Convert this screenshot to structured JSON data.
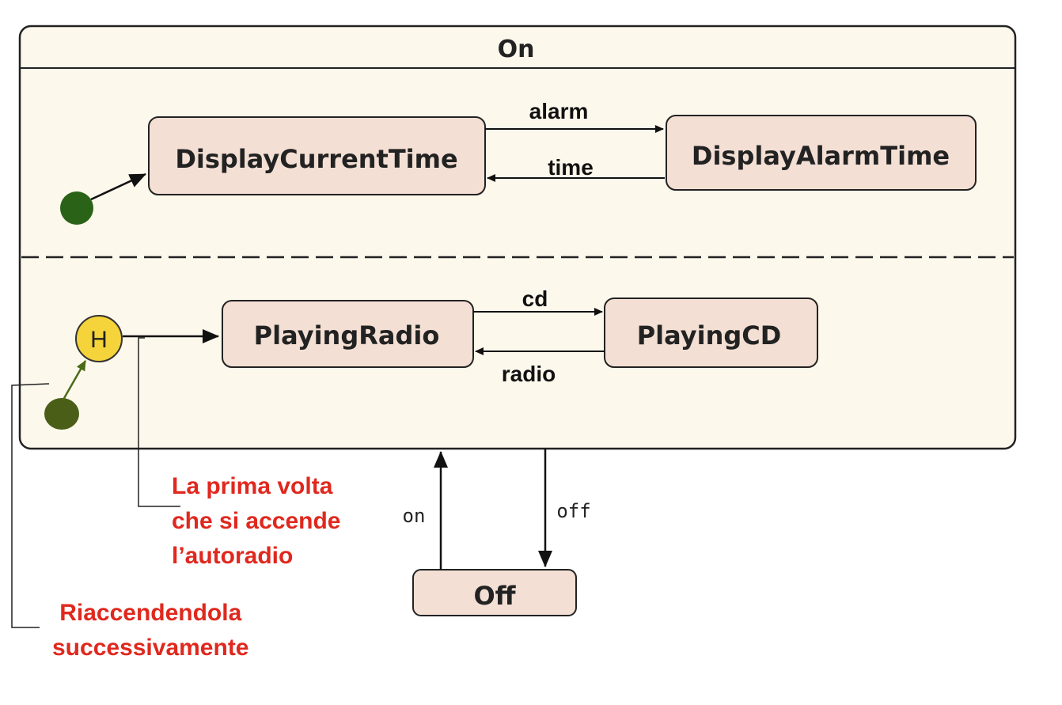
{
  "composite_state": {
    "name": "On"
  },
  "region_top": {
    "states": {
      "current_time": "DisplayCurrentTime",
      "alarm_time": "DisplayAlarmTime"
    },
    "transitions": {
      "alarm": "alarm",
      "time": "time"
    }
  },
  "region_bottom": {
    "history": "H",
    "states": {
      "radio": "PlayingRadio",
      "cd": "PlayingCD"
    },
    "transitions": {
      "cd": "cd",
      "radio": "radio"
    }
  },
  "off_state": {
    "name": "Off"
  },
  "outer_transitions": {
    "on": "on",
    "off": "off"
  },
  "notes": {
    "first_time": [
      "La prima volta",
      "che si accende",
      "l’autoradio"
    ],
    "subsequent": [
      "Riaccendendola",
      "successivamente"
    ]
  },
  "colors": {
    "composite_fill": "#fdf8ec",
    "state_fill": "#f3dfd4",
    "initial_node": "#2a6318",
    "initial_node_2": "#4a5e18",
    "history_fill": "#f5d33a",
    "note_text": "#e0281e"
  }
}
